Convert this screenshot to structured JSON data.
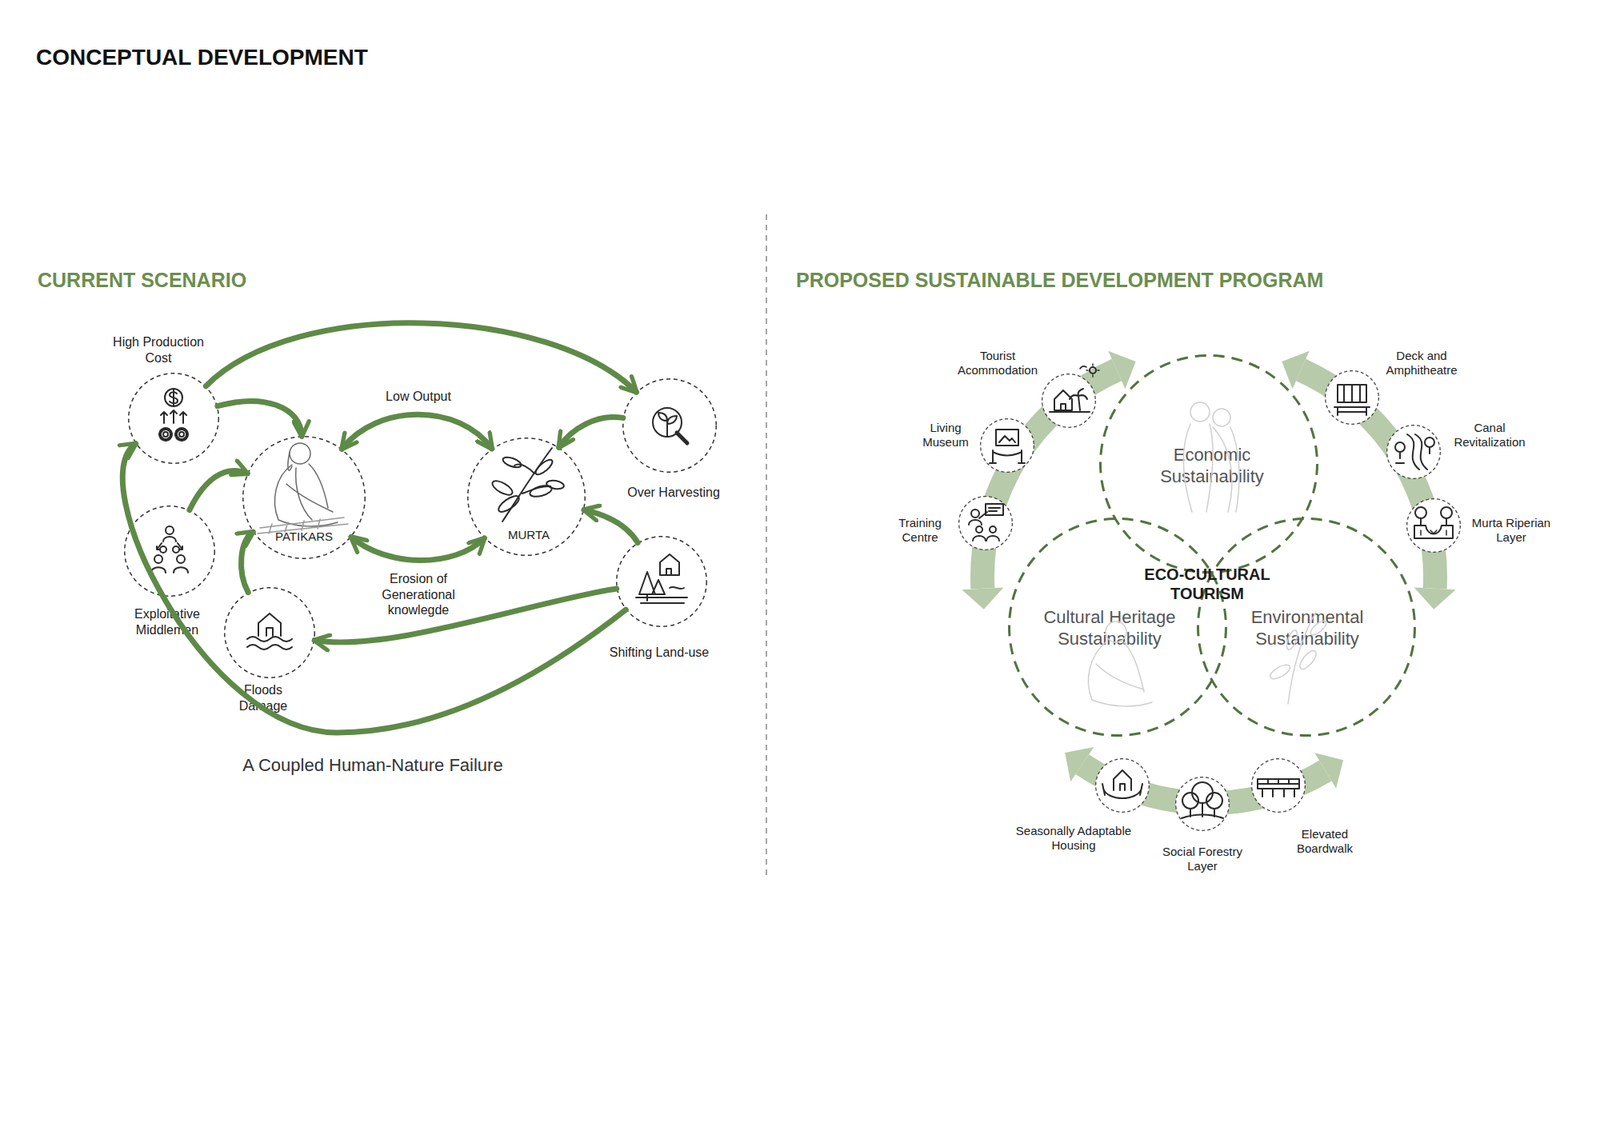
{
  "diagram": {
    "title": "CONCEPTUAL DEVELOPMENT",
    "caption": "A Coupled Human-Nature Failure",
    "nodes": [
      {
        "text": [
          "High Production Cost"
        ]
      },
      {
        "text": [
          "PATIKARS"
        ]
      },
      {
        "text": [
          "MURTA"
        ]
      },
      {
        "text": [
          "Over Harvesting"
        ]
      },
      {
        "text": [
          "Exploitative Middlemen"
        ]
      },
      {
        "text": [
          "Floods Damage"
        ]
      },
      {
        "text": [
          "Shifting Land-use"
        ]
      },
      {
        "text": [
          "Tourist Acommodation"
        ]
      },
      {
        "text": [
          "Deck and Amphitheatre"
        ]
      },
      {
        "text": [
          "Living Museum"
        ]
      },
      {
        "text": [
          "Canal Revitalization"
        ]
      },
      {
        "text": [
          "Economic Sustainability"
        ]
      },
      {
        "text": [
          "Training Centre"
        ]
      },
      {
        "text": [
          "Murta Riperian Layer"
        ]
      },
      {
        "text": [
          "Cultural Heritage Sustainability"
        ]
      },
      {
        "text": [
          "Environmental Sustainability"
        ]
      },
      {
        "text": [
          "Seasonally Adaptable Housing"
        ]
      },
      {
        "text": [
          "Social Forestry Layer"
        ]
      },
      {
        "text": [
          "Elevated Boardwalk"
        ]
      }
    ],
    "edges": [
      {
        "from": 0,
        "to": 3,
        "arrow": "to"
      },
      {
        "from": 0,
        "to": 1,
        "arrow": "to"
      },
      {
        "from": 1,
        "to": 2,
        "label": "Low Output",
        "arrow": "both"
      },
      {
        "from": 1,
        "to": 2,
        "label": "Erosion of Generational knowlegde",
        "arrow": "both"
      },
      {
        "from": 3,
        "to": 2,
        "arrow": "to"
      },
      {
        "from": 4,
        "to": 1,
        "arrow": "to"
      },
      {
        "from": 5,
        "to": 1,
        "arrow": "to"
      },
      {
        "from": 6,
        "to": 2,
        "arrow": "to"
      },
      {
        "from": 6,
        "to": 5,
        "arrow": "to"
      },
      {
        "from": 6,
        "to": 0,
        "arrow": "to"
      }
    ],
    "labels": [
      "CURRENT SCENARIO",
      "PROPOSED SUSTAINABLE DEVELOPMENT PROGRAM",
      "ECO-CULTURAL TOURISM"
    ]
  }
}
